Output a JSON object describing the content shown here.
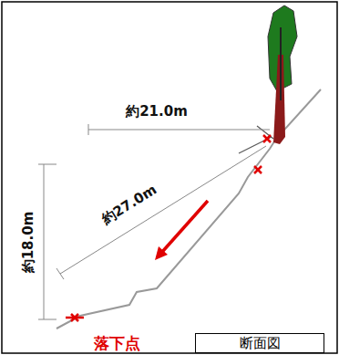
{
  "diagram": {
    "nodes": [
      {
        "text": [
          "断面図"
        ]
      }
    ],
    "labels": [
      "約21.0m",
      "約27.0m",
      "約18.0m",
      "落下点"
    ]
  }
}
